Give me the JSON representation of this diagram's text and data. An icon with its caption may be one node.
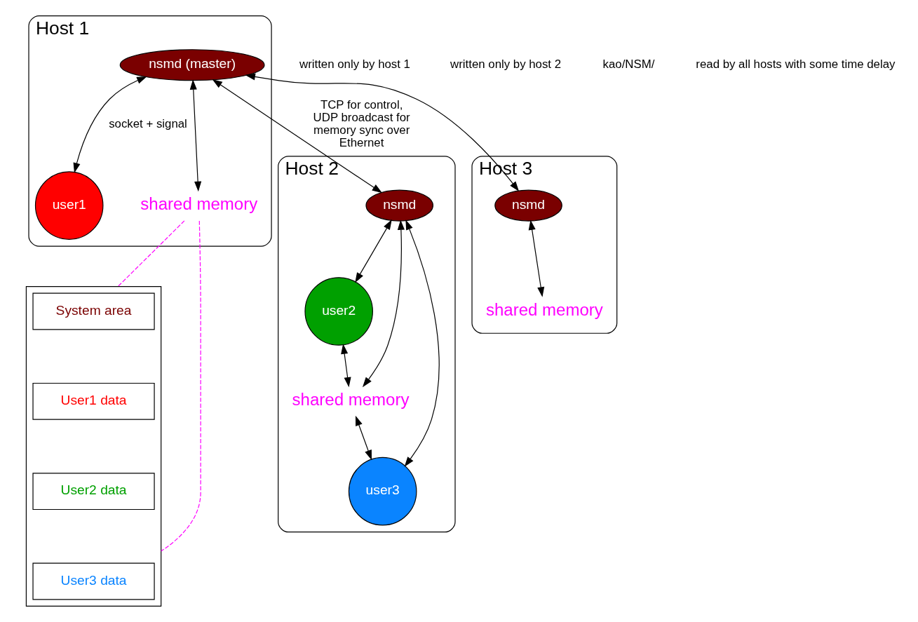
{
  "diagram": {
    "nodes": [
      {
        "text": [
          "Host 1"
        ]
      },
      {
        "text": [
          "nsmd (master)"
        ],
        "in": 0
      },
      {
        "text": [
          "user1"
        ],
        "in": 0
      },
      {
        "text": [
          "shared memory"
        ],
        "in": 0
      },
      {
        "text": [
          "Host 2"
        ]
      },
      {
        "text": [
          "nsmd"
        ],
        "in": 4
      },
      {
        "text": [
          "user2"
        ],
        "in": 4
      },
      {
        "text": [
          "shared memory"
        ],
        "in": 4
      },
      {
        "text": [
          "user3"
        ],
        "in": 4
      },
      {
        "text": [
          "Host 3"
        ]
      },
      {
        "text": [
          "nsmd"
        ],
        "in": 9
      },
      {
        "text": [
          "shared memory"
        ],
        "in": 9
      },
      {
        "text": [],
        "shape": "box"
      },
      {
        "text": [
          "System area"
        ],
        "in": 12
      },
      {
        "text": [
          "User1 data"
        ],
        "in": 12
      },
      {
        "text": [
          "User2 data"
        ],
        "in": 12
      },
      {
        "text": [
          "User3 data"
        ],
        "in": 12
      }
    ],
    "edges": [
      {
        "from": 1,
        "to": 2,
        "arrow": "both",
        "label": "socket + signal"
      },
      {
        "from": 1,
        "to": 3,
        "arrow": "both"
      },
      {
        "from": 1,
        "to": 5,
        "arrow": "both",
        "label": "TCP for control, UDP broadcast for memory sync over Ethernet"
      },
      {
        "from": 1,
        "to": 10,
        "arrow": "both"
      },
      {
        "from": 5,
        "to": 6,
        "arrow": "both"
      },
      {
        "from": 5,
        "to": 7,
        "arrow": "both"
      },
      {
        "from": 5,
        "to": 8,
        "arrow": "both"
      },
      {
        "from": 6,
        "to": 7,
        "arrow": "both"
      },
      {
        "from": 7,
        "to": 8,
        "arrow": "both"
      },
      {
        "from": 10,
        "to": 11,
        "arrow": "both"
      },
      {
        "from": 3,
        "to": 12,
        "arrow": "none",
        "style": "dashed",
        "color": "#ff00ff"
      },
      {
        "from": 3,
        "to": 12,
        "arrow": "none",
        "style": "dashed",
        "color": "#ff00ff"
      }
    ],
    "labels": [
      "written only by host 1",
      "written only by host 2",
      "kao/NSM/",
      "read by all hosts with some time delay"
    ]
  }
}
